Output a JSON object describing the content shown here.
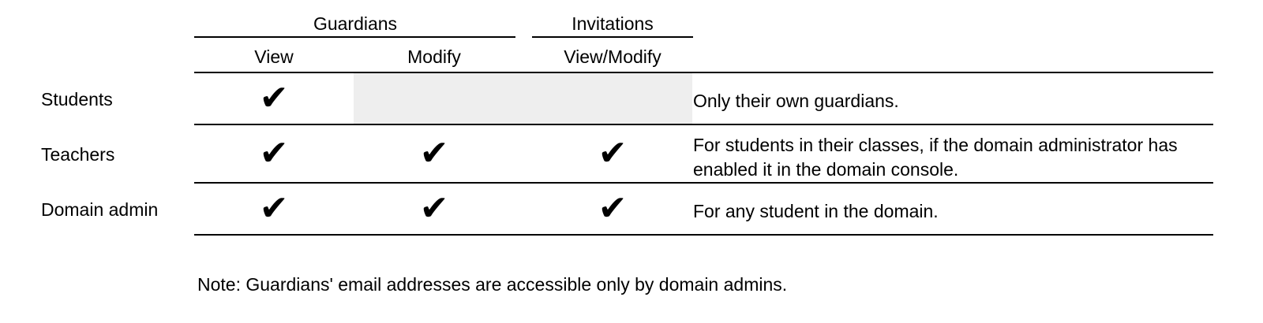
{
  "table": {
    "column_groups": [
      {
        "label": "Guardians",
        "columns": [
          "View",
          "Modify"
        ]
      },
      {
        "label": "Invitations",
        "columns": [
          "View/Modify"
        ]
      }
    ],
    "col_headers": {
      "guardians_view": "View",
      "guardians_modify": "Modify",
      "invitations_view_modify": "View/Modify"
    },
    "check_glyph": "✔",
    "rows": [
      {
        "label": "Students",
        "guardians_view": true,
        "guardians_modify": false,
        "invitations_view_modify": false,
        "note": "Only their own guardians."
      },
      {
        "label": "Teachers",
        "guardians_view": true,
        "guardians_modify": true,
        "invitations_view_modify": true,
        "note": "For students in their classes, if the domain administrator has enabled it in the domain console."
      },
      {
        "label": "Domain admin",
        "guardians_view": true,
        "guardians_modify": true,
        "invitations_view_modify": true,
        "note": "For any student in the domain."
      }
    ]
  },
  "footnote": "Note: Guardians' email addresses are accessible only by domain admins.",
  "colors": {
    "text": "#000000",
    "rule": "#000000",
    "disabled_cell": "#eeeeee"
  }
}
